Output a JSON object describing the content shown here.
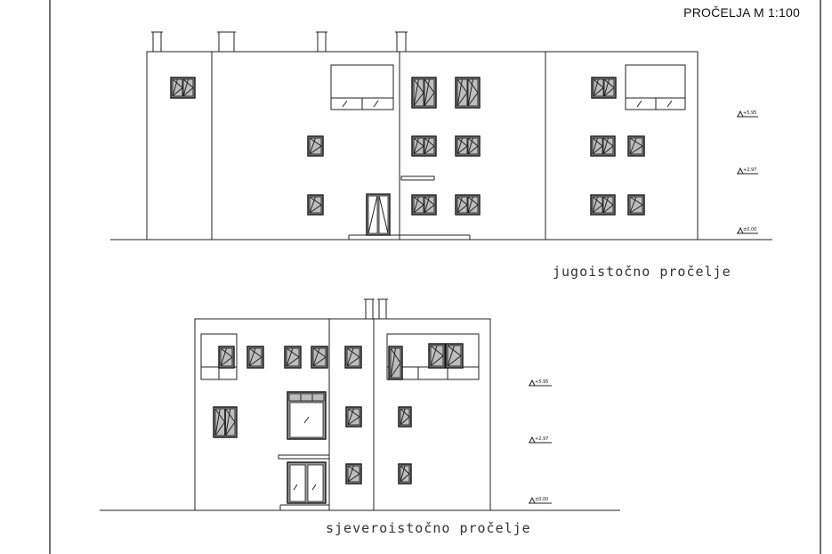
{
  "sheet": {
    "title": "PROČELJA M 1:100"
  },
  "elevations": [
    {
      "label": "jugoistočno pročelje",
      "levels": [
        "+5,95",
        "+2,97",
        "±0,00"
      ]
    },
    {
      "label": "sjeveroistočno pročelje",
      "levels": [
        "+5,95",
        "+2,97",
        "±0,00"
      ]
    }
  ],
  "colors": {
    "line": "#222222",
    "window_frame": "#9a9a9a",
    "background": "#ffffff"
  }
}
